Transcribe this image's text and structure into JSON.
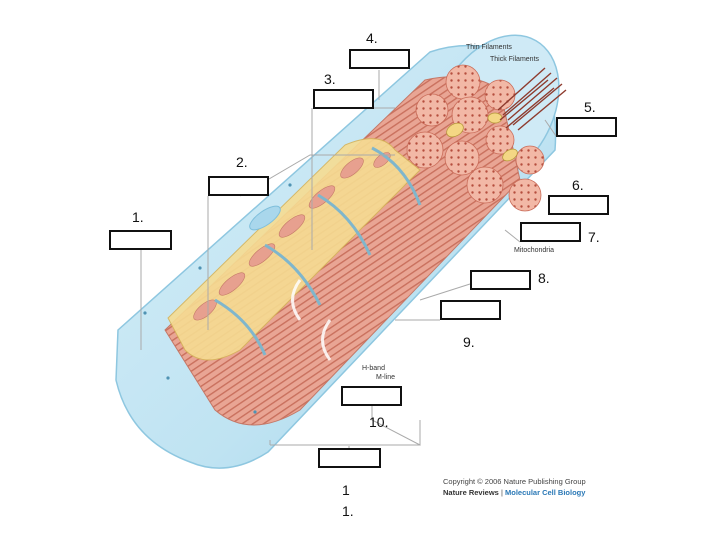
{
  "diagram": {
    "printed_labels": {
      "thin_filaments": "Thin Filaments",
      "thick_filaments": "Thick Filaments",
      "mitochondria": "Mitochondria",
      "h_band": "H-band",
      "m_line": "M-line"
    },
    "numbers": [
      {
        "id": "n1",
        "text": "1."
      },
      {
        "id": "n2",
        "text": "2."
      },
      {
        "id": "n3",
        "text": "3."
      },
      {
        "id": "n4",
        "text": "4."
      },
      {
        "id": "n5",
        "text": "5."
      },
      {
        "id": "n6",
        "text": "6."
      },
      {
        "id": "n7",
        "text": "7."
      },
      {
        "id": "n8",
        "text": "8."
      },
      {
        "id": "n9",
        "text": "9."
      },
      {
        "id": "n10",
        "text": "10."
      },
      {
        "id": "n11a",
        "text": "1"
      },
      {
        "id": "n11b",
        "text": "1."
      }
    ],
    "copyright": {
      "line1": "Copyright © 2006 Nature Publishing Group",
      "journal": "Nature Reviews",
      "separator": " | ",
      "subject": "Molecular Cell Biology"
    },
    "colors": {
      "cell_blue": "#bfe3f2",
      "fibril_red": "#e7a08f",
      "reticulum_yellow": "#f6dc92",
      "label_box_border": "#111111"
    }
  }
}
